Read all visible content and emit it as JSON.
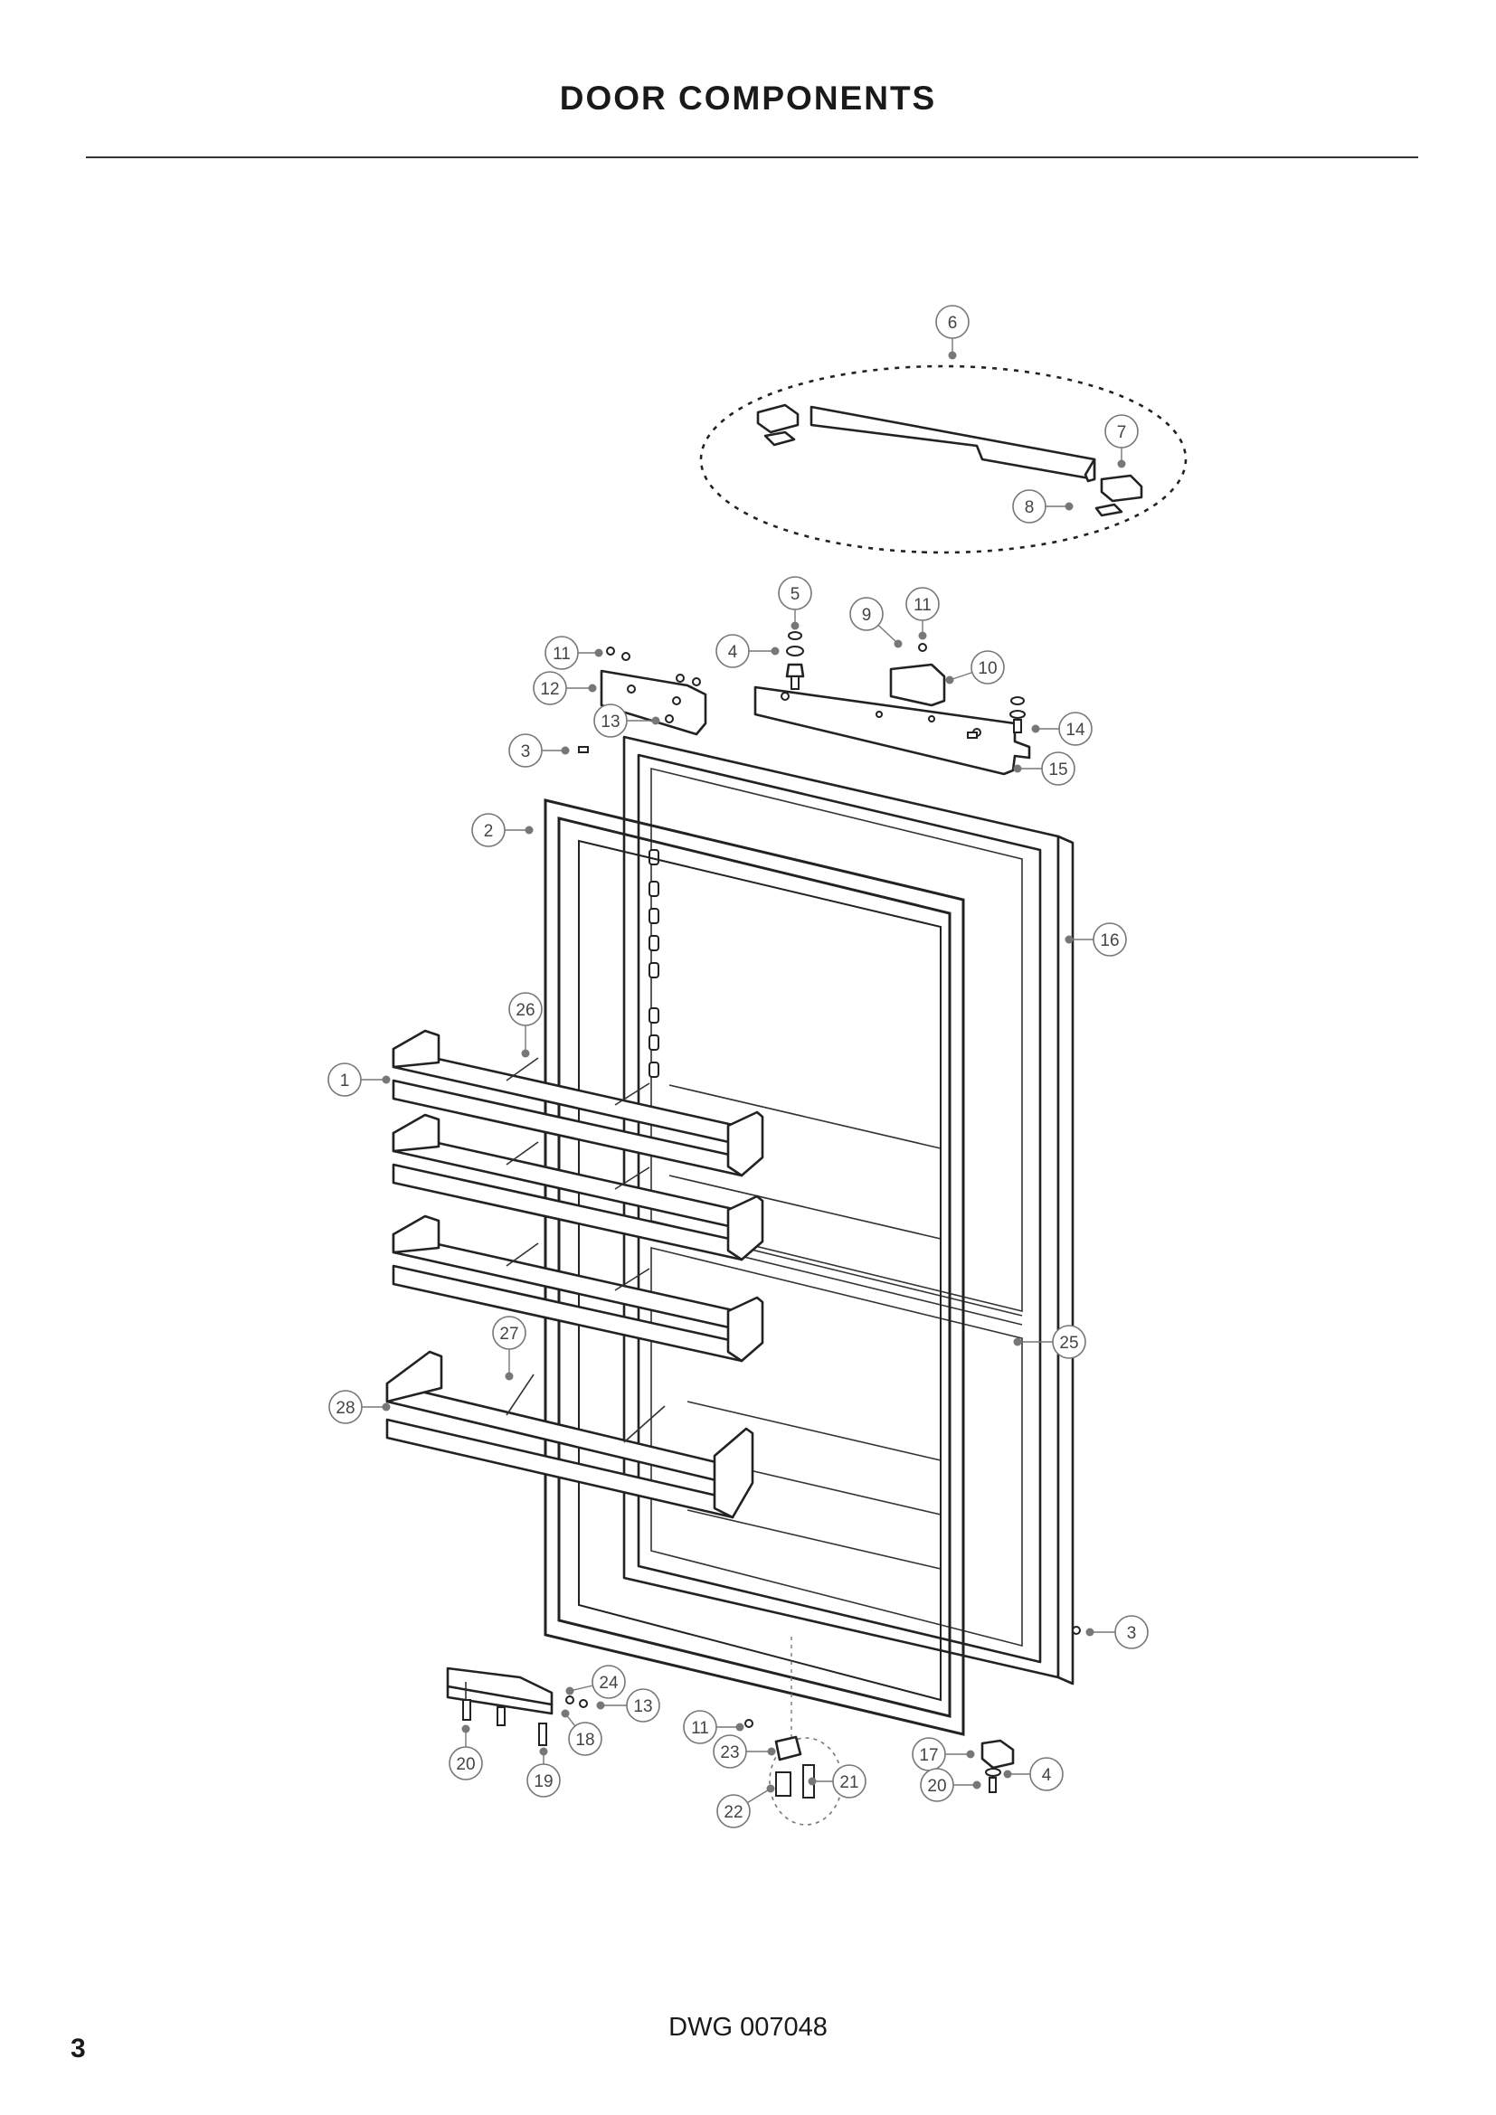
{
  "page": {
    "title": "DOOR COMPONENTS",
    "drawing_number": "DWG 007048",
    "page_number": "3"
  },
  "callouts": [
    {
      "id": "c6",
      "label": "6"
    },
    {
      "id": "c7",
      "label": "7"
    },
    {
      "id": "c8",
      "label": "8"
    },
    {
      "id": "c5",
      "label": "5"
    },
    {
      "id": "c9",
      "label": "9"
    },
    {
      "id": "c11a",
      "label": "11"
    },
    {
      "id": "c4a",
      "label": "4"
    },
    {
      "id": "c10",
      "label": "10"
    },
    {
      "id": "c11b",
      "label": "11"
    },
    {
      "id": "c12",
      "label": "12"
    },
    {
      "id": "c13a",
      "label": "13"
    },
    {
      "id": "c14",
      "label": "14"
    },
    {
      "id": "c3a",
      "label": "3"
    },
    {
      "id": "c15",
      "label": "15"
    },
    {
      "id": "c2",
      "label": "2"
    },
    {
      "id": "c16",
      "label": "16"
    },
    {
      "id": "c26",
      "label": "26"
    },
    {
      "id": "c1",
      "label": "1"
    },
    {
      "id": "c25",
      "label": "25"
    },
    {
      "id": "c27",
      "label": "27"
    },
    {
      "id": "c28",
      "label": "28"
    },
    {
      "id": "c3b",
      "label": "3"
    },
    {
      "id": "c24",
      "label": "24"
    },
    {
      "id": "c13b",
      "label": "13"
    },
    {
      "id": "c18",
      "label": "18"
    },
    {
      "id": "c11c",
      "label": "11"
    },
    {
      "id": "c20a",
      "label": "20"
    },
    {
      "id": "c19",
      "label": "19"
    },
    {
      "id": "c23",
      "label": "23"
    },
    {
      "id": "c21",
      "label": "21"
    },
    {
      "id": "c22",
      "label": "22"
    },
    {
      "id": "c17",
      "label": "17"
    },
    {
      "id": "c4b",
      "label": "4"
    },
    {
      "id": "c20b",
      "label": "20"
    }
  ]
}
